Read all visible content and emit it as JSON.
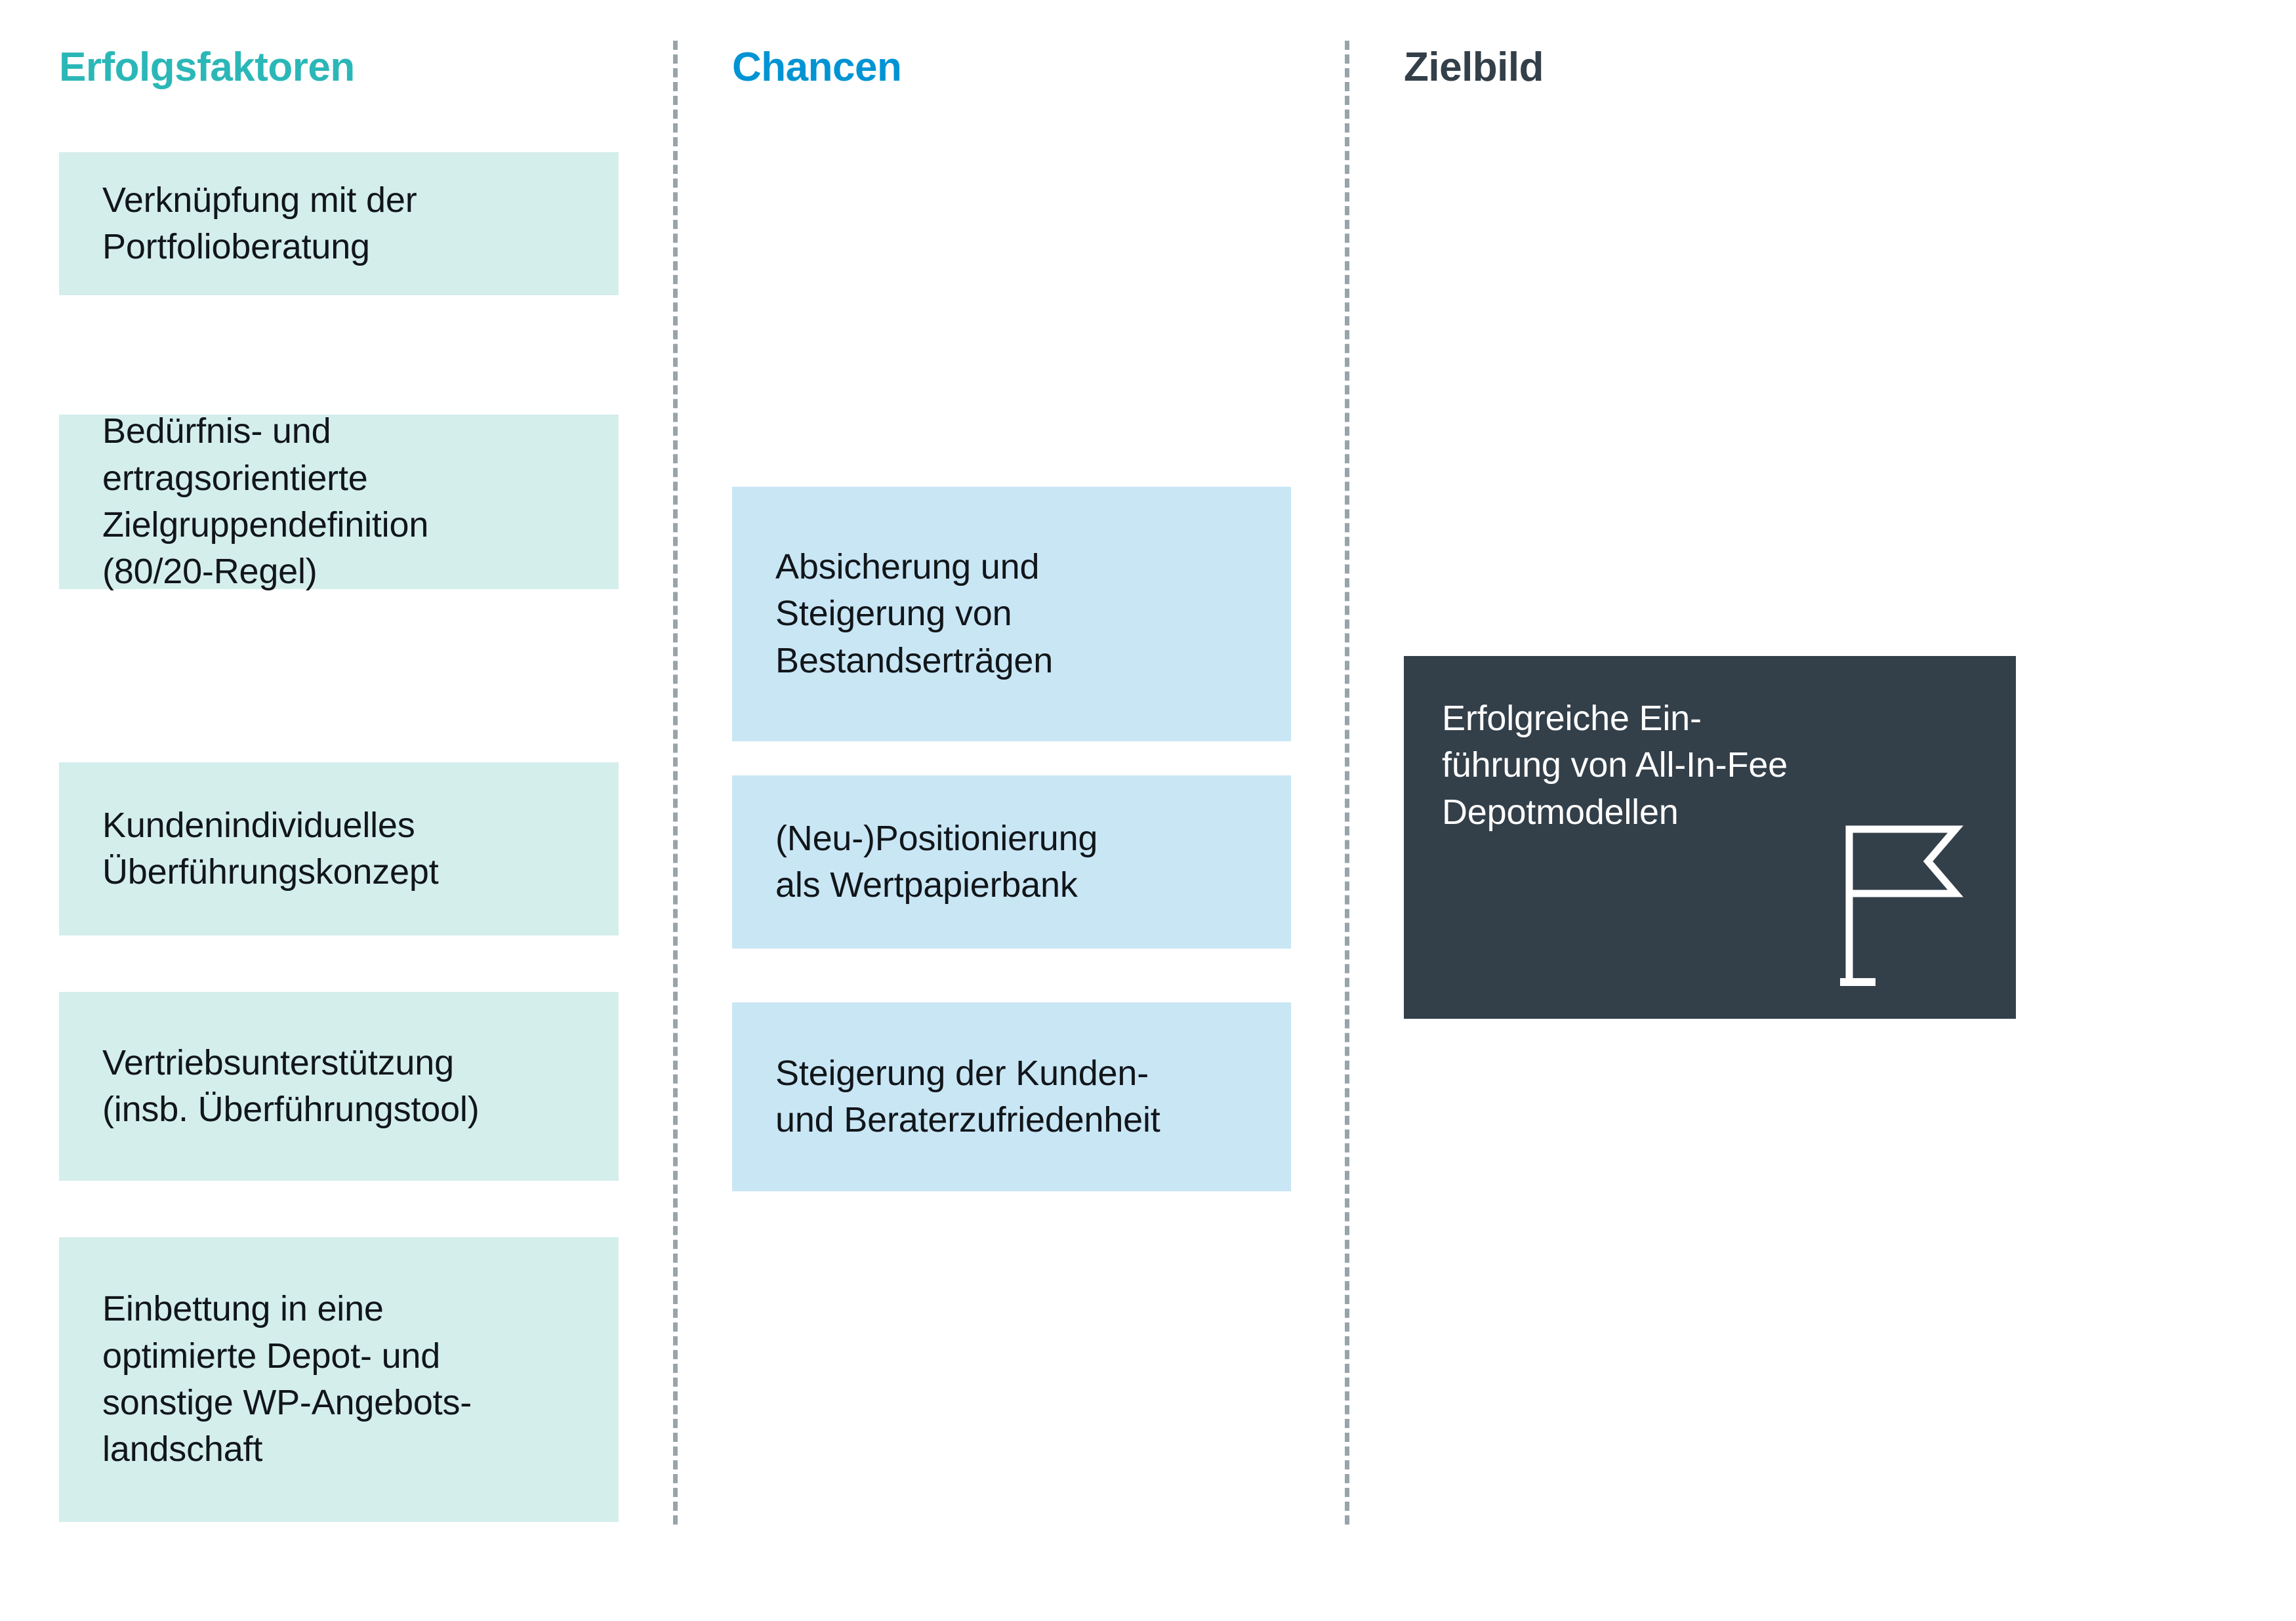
{
  "diagram": {
    "type": "three-column-comparison",
    "background_color": "#FFFFFF",
    "columns": [
      {
        "id": "erfolgsfaktoren",
        "heading": "Erfolgsfaktoren",
        "heading_color": "#2BB7B7",
        "card_color": "#D4EEEC",
        "cards": [
          {
            "text": "Verknüpfung mit der\nPortfolioberatung"
          },
          {
            "text": "Bedürfnis- und\nertragsorientierte\nZielgruppendefinition\n(80/20-Regel)"
          },
          {
            "text": "Kundenindividuelles\nÜberführungskonzept"
          },
          {
            "text": "Vertriebsunterstützung\n(insb. Überführungstool)"
          },
          {
            "text": "Einbettung in eine\noptimierte Depot- und\nsonstige WP-Angebots-\nlandschaft"
          }
        ]
      },
      {
        "id": "chancen",
        "heading": "Chancen",
        "heading_color": "#0094D4",
        "card_color": "#C9E6F5",
        "cards": [
          {
            "text": "Absicherung und\nSteigerung von\nBestandserträgen"
          },
          {
            "text": "(Neu-)Positionierung\nals Wertpapierbank"
          },
          {
            "text": "Steigerung der Kunden-\nund Beraterzufriedenheit"
          }
        ]
      },
      {
        "id": "zielbild",
        "heading": "Zielbild",
        "heading_color": "#333F49",
        "card_color": "#333F49",
        "cards": [
          {
            "text": "Erfolgreiche Ein-\nführung von All-In-Fee\nDepotmodellen",
            "text_color": "#FFFFFF",
            "icon": "flag-icon"
          }
        ]
      }
    ],
    "dividers": {
      "style": "dashed",
      "color": "#98A4A9",
      "count": 2
    }
  }
}
